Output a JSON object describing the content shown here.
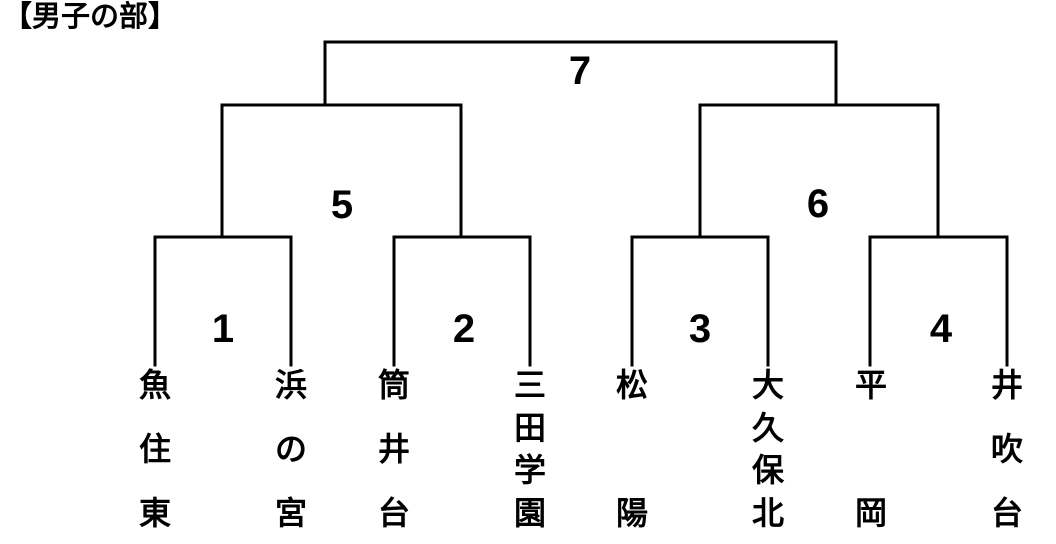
{
  "title": "【男子の部】",
  "bracket": {
    "match_labels": [
      "1",
      "2",
      "3",
      "4",
      "5",
      "6",
      "7"
    ],
    "teams": [
      "魚住東",
      "浜の宮",
      "筒井台",
      "三田学園",
      "松陽",
      "大久保北",
      "平岡",
      "井吹台"
    ],
    "rounds": {
      "quarterfinals": [
        {
          "match": "1",
          "left_team": "魚住東",
          "right_team": "浜の宮"
        },
        {
          "match": "2",
          "left_team": "筒井台",
          "right_team": "三田学園"
        },
        {
          "match": "3",
          "left_team": "松陽",
          "right_team": "大久保北"
        },
        {
          "match": "4",
          "left_team": "平岡",
          "right_team": "井吹台"
        }
      ],
      "semifinals": [
        {
          "match": "5",
          "feeds_from": [
            "1",
            "2"
          ]
        },
        {
          "match": "6",
          "feeds_from": [
            "3",
            "4"
          ]
        }
      ],
      "final": {
        "match": "7",
        "feeds_from": [
          "5",
          "6"
        ]
      }
    }
  },
  "colors": {
    "background": "#ffffff",
    "line": "#000000",
    "text": "#000000"
  }
}
